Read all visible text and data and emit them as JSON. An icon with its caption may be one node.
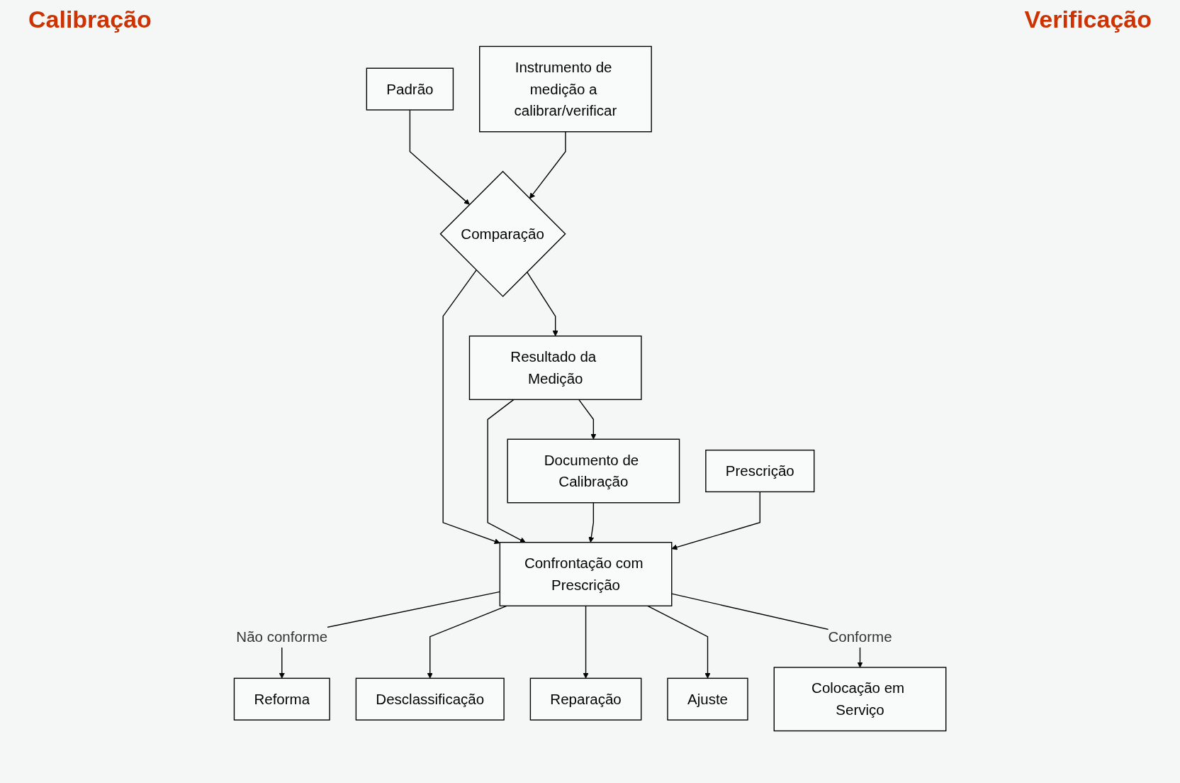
{
  "diagram": {
    "nodes": [
      {
        "text": [
          "Padrão"
        ]
      },
      {
        "text": [
          "Instrumento de medição a calibrar/verificar"
        ]
      },
      {
        "text": [
          "Comparação"
        ]
      },
      {
        "text": [
          "Resultado da Medição"
        ]
      },
      {
        "text": [
          "Documento de Calibração"
        ]
      },
      {
        "text": [
          "Prescrição"
        ]
      },
      {
        "text": [
          "Confrontação com Prescrição"
        ]
      },
      {
        "text": [
          "Reforma"
        ]
      },
      {
        "text": [
          "Desclassificação"
        ]
      },
      {
        "text": [
          "Reparação"
        ]
      },
      {
        "text": [
          "Ajuste"
        ]
      },
      {
        "text": [
          "Colocação em Serviço"
        ]
      }
    ],
    "edges": [
      {
        "from": 0,
        "to": 2,
        "arrow": "to"
      },
      {
        "from": 1,
        "to": 2,
        "arrow": "to"
      },
      {
        "from": 2,
        "to": 3,
        "arrow": "to"
      },
      {
        "from": 3,
        "to": 4,
        "arrow": "to"
      },
      {
        "from": 2,
        "to": 6,
        "arrow": "to"
      },
      {
        "from": 3,
        "to": 6,
        "arrow": "to"
      },
      {
        "from": 4,
        "to": 6,
        "arrow": "to"
      },
      {
        "from": 5,
        "to": 6,
        "arrow": "to"
      },
      {
        "from": 6,
        "to": 7,
        "arrow": "to",
        "label": "Não conforme"
      },
      {
        "from": 6,
        "to": 8,
        "arrow": "to"
      },
      {
        "from": 6,
        "to": 9,
        "arrow": "to"
      },
      {
        "from": 6,
        "to": 10,
        "arrow": "to"
      },
      {
        "from": 6,
        "to": 11,
        "arrow": "to",
        "label": "Conforme"
      }
    ],
    "labels": [
      "Calibração",
      "Verificação"
    ]
  }
}
